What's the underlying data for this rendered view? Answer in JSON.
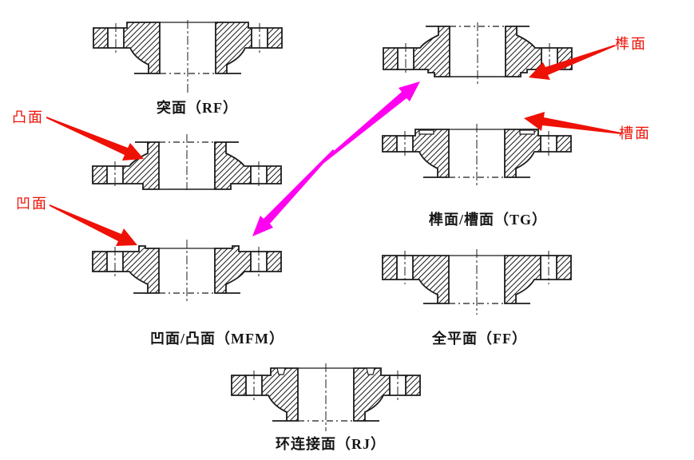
{
  "figure": {
    "colors": {
      "background": "#ffffff",
      "line": "#1c1c1c",
      "callout": "#ee1106",
      "connector": "#ff00f0"
    },
    "flanges": [
      {
        "id": "rf",
        "caption": "突面（RF）"
      },
      {
        "id": "mfm",
        "caption": "凹面/凸面（MFM）"
      },
      {
        "id": "tg",
        "caption": "榫面/槽面（TG）"
      },
      {
        "id": "ff",
        "caption": "全平面（FF）"
      },
      {
        "id": "rj",
        "caption": "环连接面（RJ）"
      }
    ],
    "callouts": {
      "convex": "凸面",
      "concave": "凹面",
      "tongue": "榫面",
      "groove": "槽面"
    }
  }
}
